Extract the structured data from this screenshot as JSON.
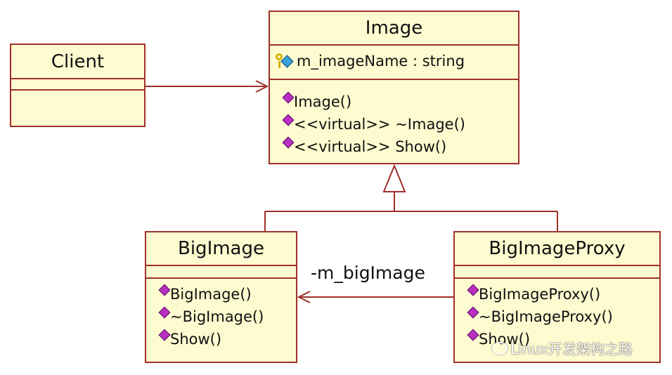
{
  "classes": {
    "image": {
      "name": "Image",
      "attributes": [
        "m_imageName : string"
      ],
      "operations": [
        "Image()",
        "<<virtual>> ~Image()",
        "<<virtual>> Show()"
      ]
    },
    "client": {
      "name": "Client"
    },
    "big_image": {
      "name": "BigImage",
      "operations": [
        "BigImage()",
        "~BigImage()",
        "Show()"
      ]
    },
    "big_image_proxy": {
      "name": "BigImageProxy",
      "operations": [
        "BigImageProxy()",
        "~BigImageProxy()",
        "Show()"
      ]
    }
  },
  "associations": {
    "proxy_to_big_image_label": "-m_bigImage"
  },
  "watermark": {
    "text": "Linux开发架构之路"
  },
  "colors": {
    "class_fill": "#fefbd0",
    "class_border": "#a0302a",
    "line": "#a0302a",
    "operation_icon": "#b82fc2",
    "attribute_icon": "#3aa2d8",
    "key_icon": "#d7b100"
  },
  "icons": {
    "attribute": "key-diamond-attribute-icon",
    "operation": "magenta-diamond-operation-icon",
    "watermark": "wechat-icon"
  }
}
